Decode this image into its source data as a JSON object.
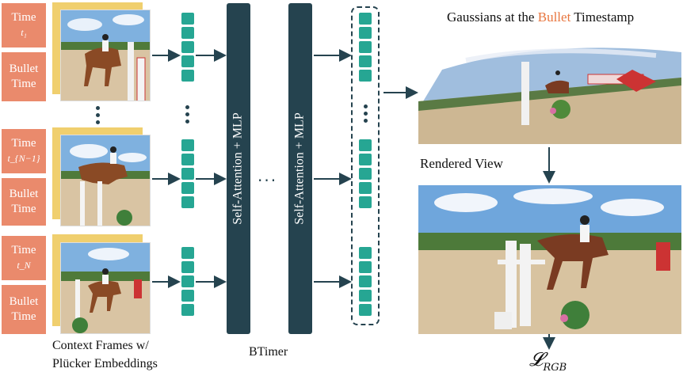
{
  "rows": [
    {
      "time_label": "Time",
      "time_sub": "t₁",
      "bullet_label": "Bullet\nTime"
    },
    {
      "time_label": "Time",
      "time_sub": "t_{N−1}",
      "bullet_label": "Bullet\nTime"
    },
    {
      "time_label": "Time",
      "time_sub": "t_N",
      "bullet_label": "Bullet\nTime"
    }
  ],
  "context_caption_line1": "Context Frames w/",
  "context_caption_line2": "Plücker Embeddings",
  "block1_label": "Self-Attention + MLP",
  "block2_label": "Self-Attention + MLP",
  "btimer_label": "BTimer",
  "gaussians_title_pre": "Gaussians at the ",
  "gaussians_title_accent": "Bullet",
  "gaussians_title_post": " Timestamp",
  "rendered_view_label": "Rendered View",
  "loss_label": "𝓛",
  "loss_sub": "RGB",
  "colors": {
    "time_box": "#ea8a6c",
    "photo_back": "#f0cf6e",
    "token": "#26a693",
    "block": "#25434f",
    "accent": "#e8763f"
  }
}
